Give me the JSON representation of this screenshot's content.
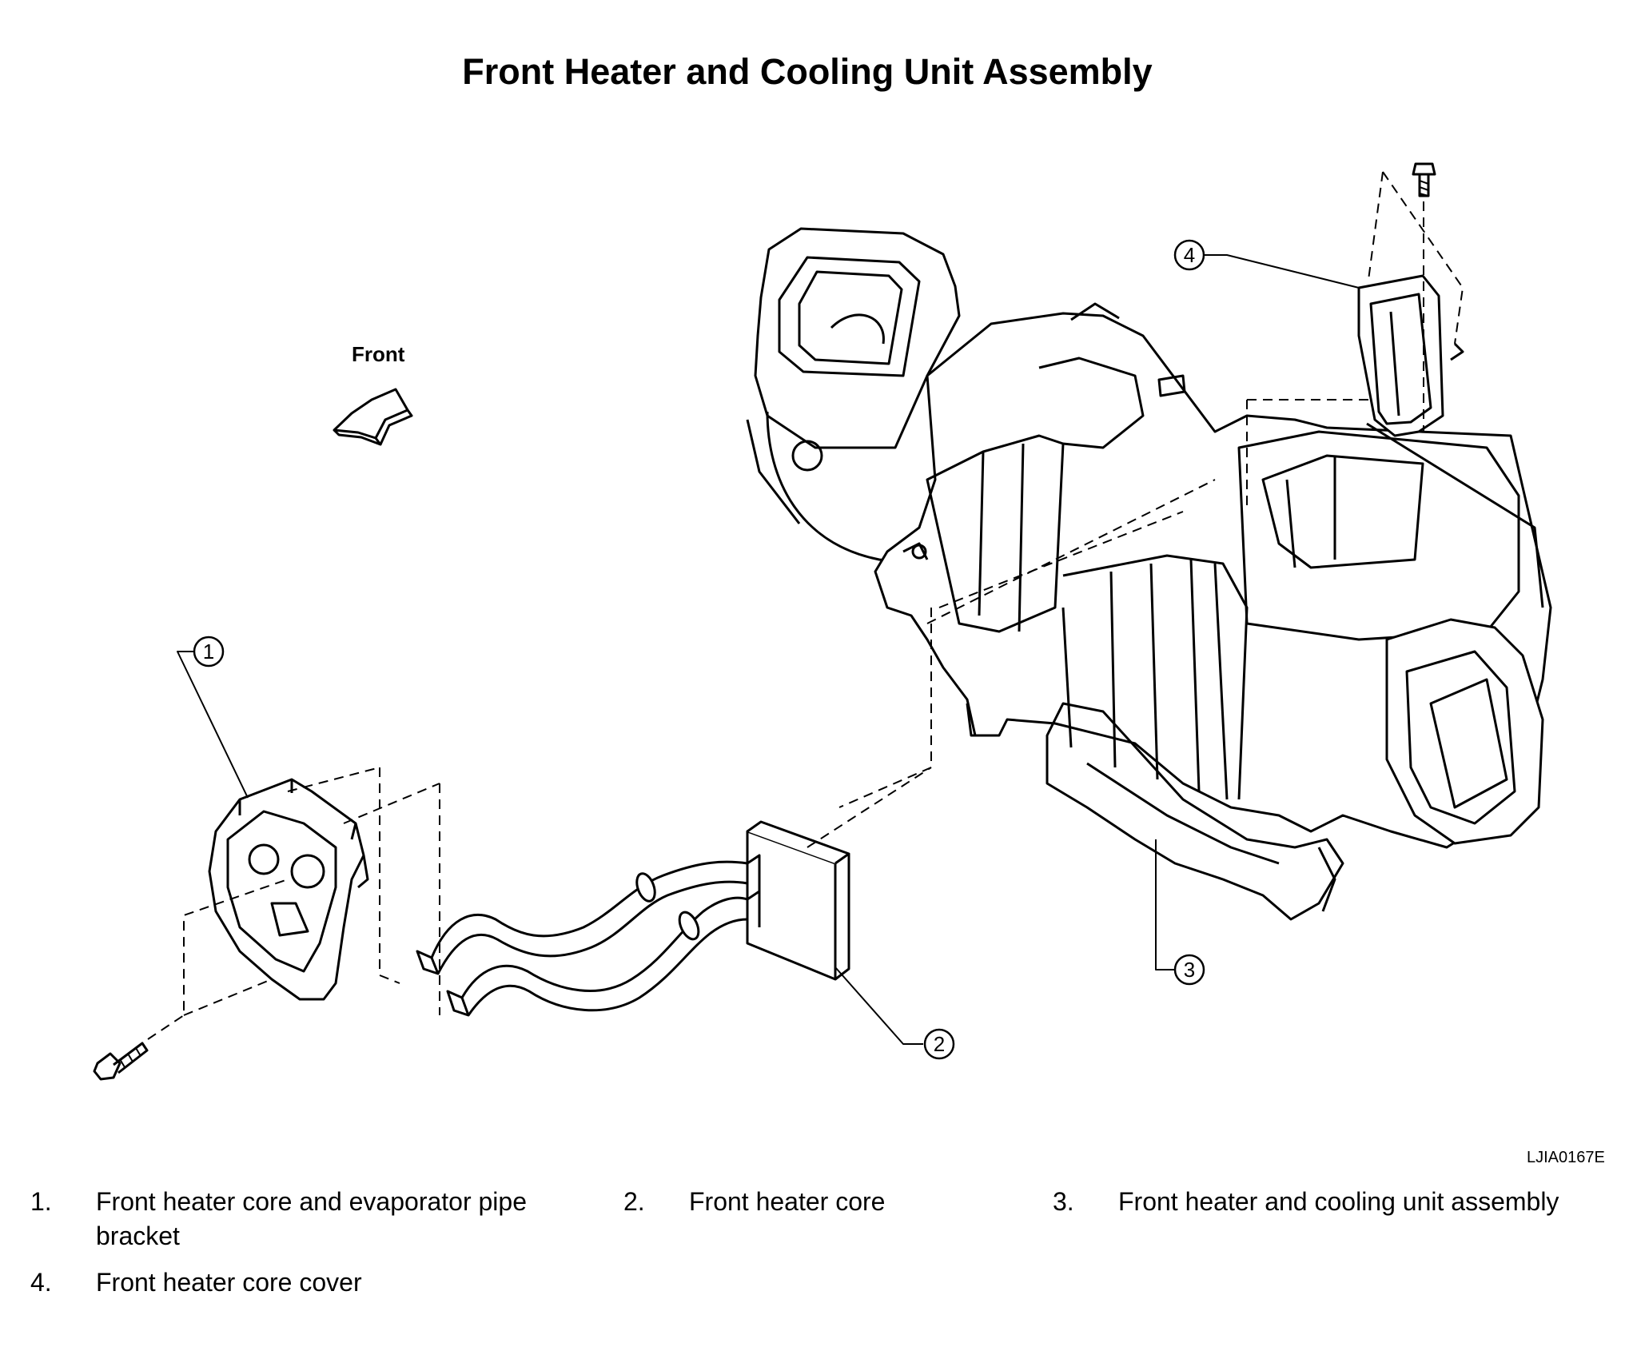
{
  "title": "Front Heater and Cooling Unit Assembly",
  "direction_label": "Front",
  "figure_code": "LJIA0167E",
  "callouts": [
    "1",
    "2",
    "3",
    "4"
  ],
  "legend": [
    {
      "num": "1.",
      "text": "Front heater core and evaporator pipe bracket"
    },
    {
      "num": "2.",
      "text": "Front heater core"
    },
    {
      "num": "3.",
      "text": "Front heater and cooling unit assembly"
    },
    {
      "num": "4.",
      "text": "Front heater core cover"
    }
  ]
}
